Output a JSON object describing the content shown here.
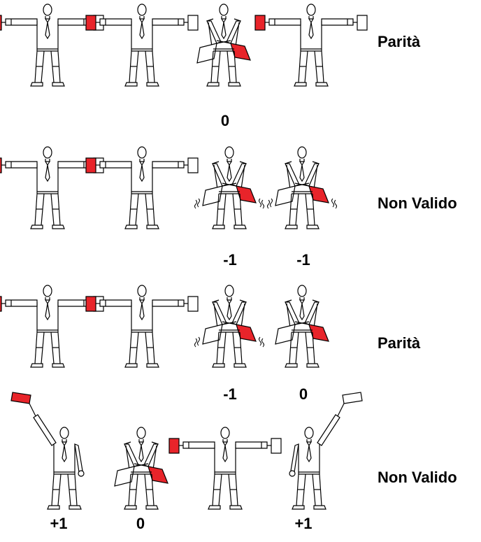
{
  "colors": {
    "flag_red": "#e8242a",
    "flag_white": "#ffffff",
    "ink": "#000000"
  },
  "rows": [
    {
      "label": "Parità",
      "figures": [
        {
          "pose": "arms-out-red-left",
          "score": ""
        },
        {
          "pose": "arms-out-red-left",
          "score": ""
        },
        {
          "pose": "flags-low-crossed",
          "score": "0",
          "shake": false
        },
        {
          "pose": "arms-out-red-left",
          "score": ""
        }
      ]
    },
    {
      "label": "Non Valido",
      "figures": [
        {
          "pose": "arms-out-red-left",
          "score": ""
        },
        {
          "pose": "arms-out-red-left",
          "score": ""
        },
        {
          "pose": "flags-low-crossed",
          "score": "-1",
          "shake": true
        },
        {
          "pose": "flags-low-crossed",
          "score": "-1",
          "shake": true
        }
      ]
    },
    {
      "label": "Parità",
      "figures": [
        {
          "pose": "arms-out-red-left",
          "score": ""
        },
        {
          "pose": "arms-out-red-left",
          "score": ""
        },
        {
          "pose": "flags-low-crossed",
          "score": "-1",
          "shake": true
        },
        {
          "pose": "flags-low-crossed",
          "score": "0",
          "shake": false
        }
      ]
    },
    {
      "label": "Non Valido",
      "figures": [
        {
          "pose": "red-flag-raised",
          "score": "+1"
        },
        {
          "pose": "flags-low-crossed",
          "score": "0",
          "shake": false
        },
        {
          "pose": "arms-out-red-left",
          "score": ""
        },
        {
          "pose": "white-flag-raised",
          "score": "+1"
        }
      ]
    }
  ]
}
